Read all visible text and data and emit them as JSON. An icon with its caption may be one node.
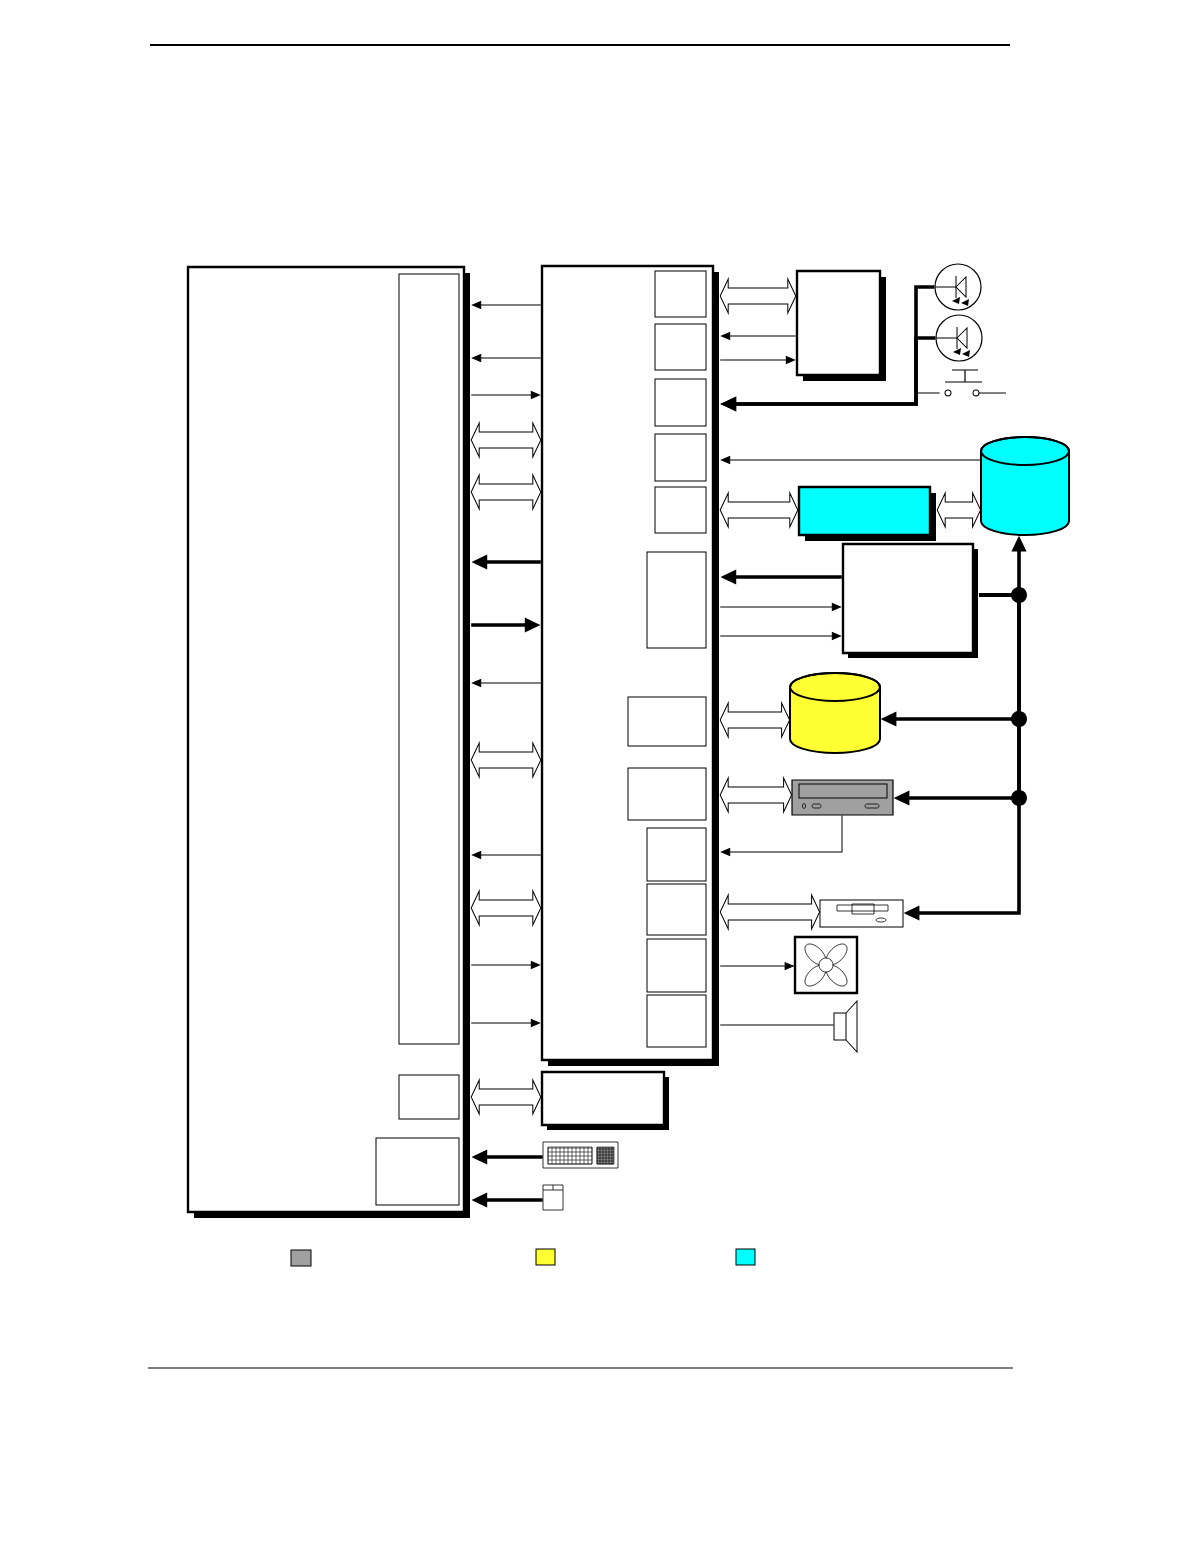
{
  "diagram": {
    "nodes": [
      {
        "text": [],
        "shape": "box"
      },
      {
        "text": [],
        "shape": "box",
        "in": 0
      },
      {
        "text": [],
        "shape": "box",
        "in": 0
      },
      {
        "text": [],
        "shape": "box",
        "in": 0
      },
      {
        "text": [],
        "shape": "box"
      },
      {
        "text": [],
        "shape": "box",
        "in": 4
      },
      {
        "text": [],
        "shape": "box",
        "in": 4
      },
      {
        "text": [],
        "shape": "box",
        "in": 4
      },
      {
        "text": [],
        "shape": "box",
        "in": 4
      },
      {
        "text": [],
        "shape": "box",
        "in": 4
      },
      {
        "text": [],
        "shape": "box",
        "in": 4
      },
      {
        "text": [],
        "shape": "box",
        "in": 4
      },
      {
        "text": [],
        "shape": "box",
        "in": 4
      },
      {
        "text": [],
        "shape": "box",
        "in": 4
      },
      {
        "text": [],
        "shape": "box",
        "in": 4
      },
      {
        "text": [],
        "shape": "box",
        "in": 4
      },
      {
        "text": [],
        "shape": "box",
        "in": 4
      },
      {
        "text": [],
        "shape": "box"
      },
      {
        "text": [],
        "shape": "led"
      },
      {
        "text": [],
        "shape": "led"
      },
      {
        "text": [],
        "shape": "switch"
      },
      {
        "text": [],
        "shape": "box"
      },
      {
        "text": [],
        "shape": "keyboard"
      },
      {
        "text": [],
        "shape": "mouse"
      },
      {
        "text": [],
        "shape": "cylinder"
      },
      {
        "text": [],
        "shape": "box"
      },
      {
        "text": [],
        "shape": "box"
      },
      {
        "text": [],
        "shape": "cylinder"
      },
      {
        "text": [],
        "shape": "drive"
      },
      {
        "text": [],
        "shape": "floppy"
      },
      {
        "text": [],
        "shape": "fan"
      },
      {
        "text": [],
        "shape": "speaker"
      }
    ],
    "edges": [
      {
        "from": 4,
        "to": 0,
        "arrow": "to"
      },
      {
        "from": 4,
        "to": 0,
        "arrow": "to"
      },
      {
        "from": 0,
        "to": 4,
        "arrow": "to"
      },
      {
        "from": 0,
        "to": 4,
        "arrow": "both"
      },
      {
        "from": 0,
        "to": 4,
        "arrow": "both"
      },
      {
        "from": 4,
        "to": 0,
        "arrow": "to",
        "style": "thick"
      },
      {
        "from": 0,
        "to": 4,
        "arrow": "to",
        "style": "thick"
      },
      {
        "from": 4,
        "to": 0,
        "arrow": "to"
      },
      {
        "from": 0,
        "to": 4,
        "arrow": "both"
      },
      {
        "from": 4,
        "to": 0,
        "arrow": "to"
      },
      {
        "from": 0,
        "to": 4,
        "arrow": "both"
      },
      {
        "from": 0,
        "to": 4,
        "arrow": "to"
      },
      {
        "from": 0,
        "to": 4,
        "arrow": "to"
      },
      {
        "from": 0,
        "to": 21,
        "arrow": "both"
      },
      {
        "from": 22,
        "to": 0,
        "arrow": "to",
        "style": "thick"
      },
      {
        "from": 23,
        "to": 0,
        "arrow": "to",
        "style": "thick"
      },
      {
        "from": 4,
        "to": 17,
        "arrow": "both"
      },
      {
        "from": 17,
        "to": 4,
        "arrow": "to"
      },
      {
        "from": 4,
        "to": 17,
        "arrow": "to"
      },
      {
        "from": 18,
        "to": 4,
        "arrow": "to",
        "style": "thick"
      },
      {
        "from": 19,
        "to": 4,
        "arrow": "to",
        "style": "thick"
      },
      {
        "from": 20,
        "to": 4,
        "arrow": "to"
      },
      {
        "from": 24,
        "to": 4,
        "arrow": "to"
      },
      {
        "from": 4,
        "to": 25,
        "arrow": "both"
      },
      {
        "from": 25,
        "to": 24,
        "arrow": "both"
      },
      {
        "from": 26,
        "to": 4,
        "arrow": "to",
        "style": "thick"
      },
      {
        "from": 4,
        "to": 26,
        "arrow": "to"
      },
      {
        "from": 4,
        "to": 26,
        "arrow": "to"
      },
      {
        "from": 26,
        "to": 24,
        "arrow": "to",
        "style": "thick"
      },
      {
        "from": 4,
        "to": 27,
        "arrow": "both"
      },
      {
        "from": 26,
        "to": 27,
        "arrow": "to",
        "style": "thick"
      },
      {
        "from": 4,
        "to": 28,
        "arrow": "both"
      },
      {
        "from": 26,
        "to": 28,
        "arrow": "to",
        "style": "thick"
      },
      {
        "from": 28,
        "to": 4,
        "arrow": "to"
      },
      {
        "from": 4,
        "to": 29,
        "arrow": "both"
      },
      {
        "from": 26,
        "to": 29,
        "arrow": "to",
        "style": "thick"
      },
      {
        "from": 4,
        "to": 30,
        "arrow": "to"
      },
      {
        "from": 4,
        "to": 31,
        "arrow": "none"
      }
    ]
  }
}
